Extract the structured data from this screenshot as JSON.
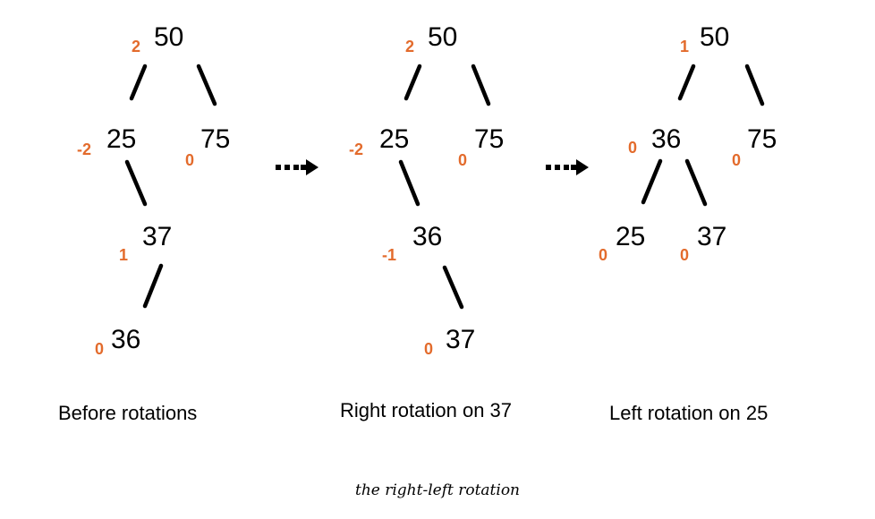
{
  "caption": "the right-left rotation",
  "colors": {
    "balance_factor": "#e36b2c",
    "node_text": "#000000",
    "edge": "#000000"
  },
  "icons": {
    "transition_arrow": "dotted-right-arrow-icon"
  },
  "panels": [
    {
      "label": "Before rotations",
      "nodes": [
        {
          "value": "50",
          "balance": "2"
        },
        {
          "value": "25",
          "balance": "-2"
        },
        {
          "value": "75",
          "balance": "0"
        },
        {
          "value": "37",
          "balance": "1"
        },
        {
          "value": "36",
          "balance": "0"
        }
      ]
    },
    {
      "label": "Right rotation on 37",
      "nodes": [
        {
          "value": "50",
          "balance": "2"
        },
        {
          "value": "25",
          "balance": "-2"
        },
        {
          "value": "75",
          "balance": "0"
        },
        {
          "value": "36",
          "balance": "-1"
        },
        {
          "value": "37",
          "balance": "0"
        }
      ]
    },
    {
      "label": "Left rotation on 25",
      "nodes": [
        {
          "value": "50",
          "balance": "1"
        },
        {
          "value": "36",
          "balance": "0"
        },
        {
          "value": "75",
          "balance": "0"
        },
        {
          "value": "25",
          "balance": "0"
        },
        {
          "value": "37",
          "balance": "0"
        }
      ]
    }
  ]
}
